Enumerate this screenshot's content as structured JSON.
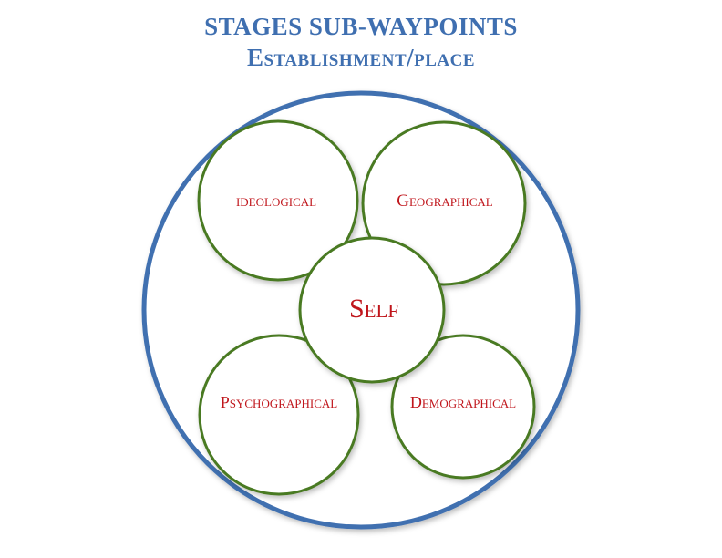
{
  "title": {
    "line1": "STAGES SUB-WAYPOINTS",
    "line2": "Establishment/place"
  },
  "colors": {
    "title": "#3f6fb0",
    "outer_ring": "#3f6fb0",
    "node_ring": "#4a7a23",
    "label": "#c0161c"
  },
  "nodes": {
    "ideological": "ideological",
    "geographical": "Geographical",
    "self": "Self",
    "psychographical": "Psychographical",
    "demographical": "Demographical"
  }
}
